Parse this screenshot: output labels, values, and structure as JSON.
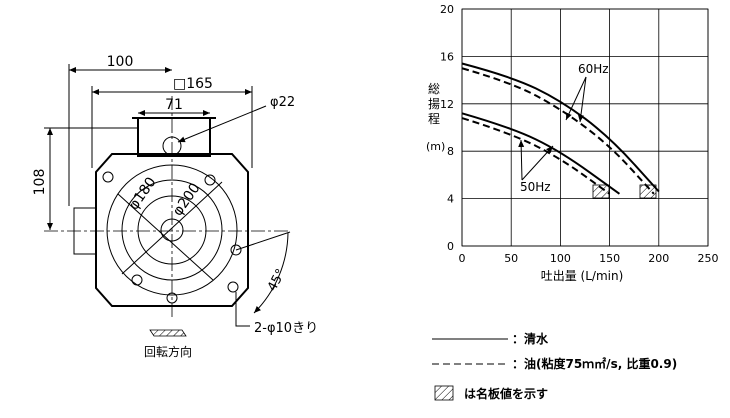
{
  "drawing": {
    "dim_100": "100",
    "dim_165": "□165",
    "dim_71": "71",
    "dim_phi22": "φ22",
    "dim_108": "108",
    "dim_phi180": "φ180",
    "dim_phi200": "φ200",
    "dim_45": "45°",
    "holes_label": "2-φ10きり",
    "rotation_label": "回転方向"
  },
  "chart_data": {
    "type": "line",
    "title": "",
    "xlabel": "吐出量 (L/min)",
    "ylabel": "総揚程 (m)",
    "xlim": [
      0,
      250
    ],
    "ylim": [
      0,
      20
    ],
    "x_ticks": [
      "0",
      "50",
      "100",
      "150",
      "200",
      "250"
    ],
    "y_ticks": [
      "0",
      "4",
      "8",
      "12",
      "16",
      "20"
    ],
    "grid": true,
    "series": [
      {
        "name": "60Hz",
        "style": "solid",
        "x": [
          0,
          50,
          100,
          150,
          200
        ],
        "y": [
          15.4,
          14.3,
          12.3,
          9.2,
          4.6
        ]
      },
      {
        "name": "60Hz",
        "style": "dashed",
        "x": [
          0,
          50,
          100,
          150,
          195
        ],
        "y": [
          15.0,
          13.8,
          11.6,
          8.5,
          4.4
        ]
      },
      {
        "name": "50Hz",
        "style": "solid",
        "x": [
          0,
          50,
          100,
          160
        ],
        "y": [
          11.2,
          10.0,
          8.0,
          4.4
        ]
      },
      {
        "name": "50Hz",
        "style": "dashed",
        "x": [
          0,
          50,
          100,
          150
        ],
        "y": [
          10.8,
          9.5,
          7.4,
          4.4
        ]
      }
    ],
    "annotations": [
      "60Hz",
      "50Hz"
    ]
  },
  "legend": {
    "solid_label": "：清水",
    "dashed_label": "：油(粘度75ｍ㎡/s, 比重0.9)",
    "hatch_label": "は名板値を示す"
  }
}
